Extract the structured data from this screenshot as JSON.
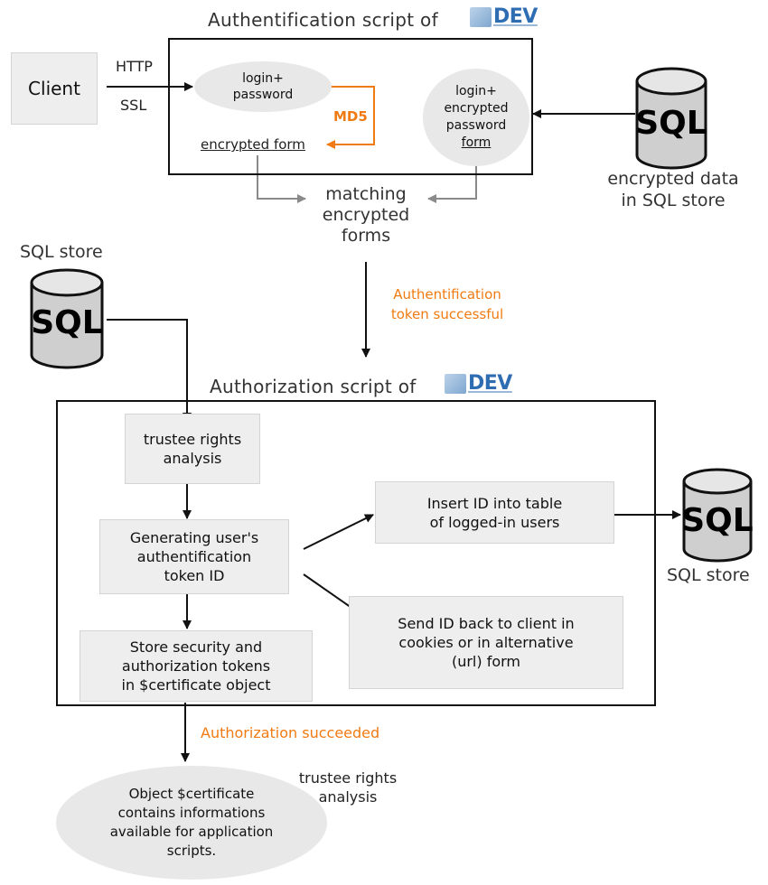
{
  "top": {
    "heading": "Authentification script of",
    "logo_text": "DEV",
    "client_label": "Client",
    "http_label": "HTTP",
    "ssl_label": "SSL",
    "login_password": "login+\npassword",
    "md5_label": "MD5",
    "encrypted_form_label": "encrypted form",
    "login_encrypted_1": "login+\nencrypted\npassword",
    "login_encrypted_form": "form",
    "matching_label": "matching\nencrypted\nforms",
    "sql_label": "SQL",
    "sql_caption": "encrypted data\nin SQL store"
  },
  "middle": {
    "sql_store_label": "SQL store",
    "sql_label": "SQL",
    "auth_token_label": "Authentification\ntoken successful"
  },
  "authorization": {
    "heading": "Authorization script of",
    "logo_text": "DEV",
    "trustee_rights": "trustee rights\nanalysis",
    "generating_token": "Generating user's\nauthentification\ntoken ID",
    "store_security": "Store security and\nauthorization tokens\nin $certificate object",
    "insert_id": "Insert ID into table\nof logged-in users",
    "send_id": "Send ID back to client in\ncookies or in alternative\n(url) form",
    "sql_label": "SQL",
    "sql_store_label": "SQL store"
  },
  "bottom": {
    "authorization_succeeded": "Authorization succeeded",
    "trustee_rights_side": "trustee rights\nanalysis",
    "certificate_text": "Object $certificate\ncontains informations\navailable for application\nscripts."
  },
  "colors": {
    "accent_orange": "#f07b12",
    "box_fill": "#eeeeee",
    "logo_blue": "#2f6db3"
  }
}
